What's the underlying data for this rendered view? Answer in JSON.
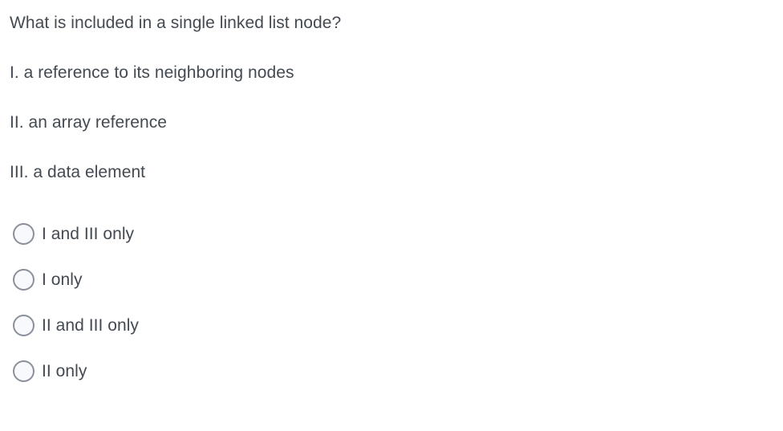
{
  "question": {
    "prompt": "What is included in a single linked list node?",
    "statements": [
      "I. a reference to its neighboring nodes",
      "II. an array reference",
      "III. a data element"
    ]
  },
  "answers": {
    "selected_index": -1,
    "options": [
      {
        "label": "I and III only",
        "selected": false
      },
      {
        "label": "I only",
        "selected": false
      },
      {
        "label": "II and III only",
        "selected": false
      },
      {
        "label": "II only",
        "selected": false
      }
    ]
  },
  "style": {
    "background": "#ffffff",
    "text_color": "#434a51",
    "radio_border": "#8a9099",
    "radio_fill": "#f8f9fc"
  }
}
